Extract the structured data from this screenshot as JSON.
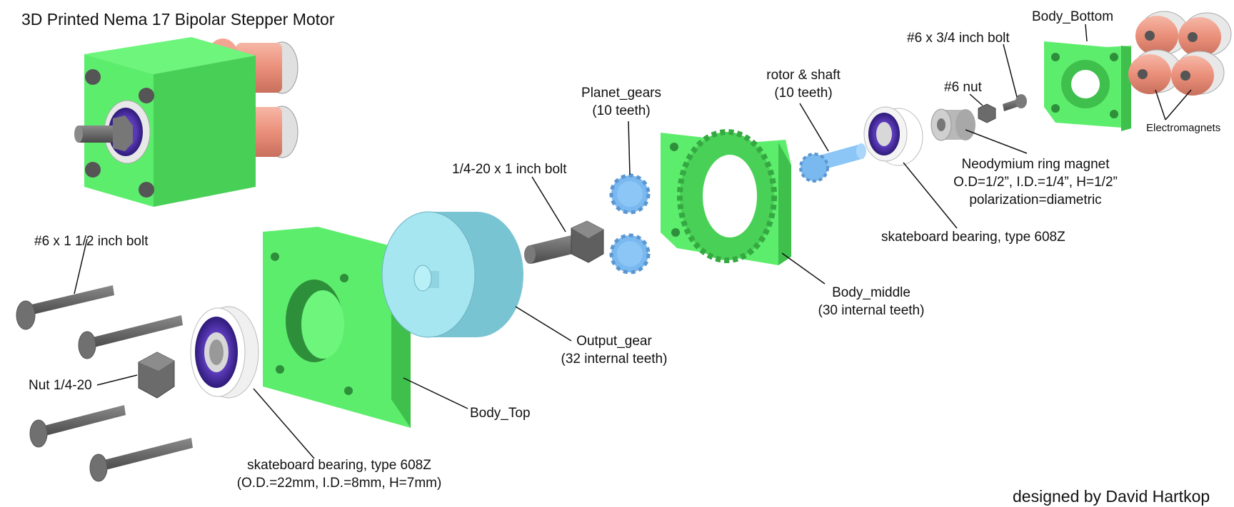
{
  "title": "3D Printed Nema 17 Bipolar Stepper Motor",
  "credit": "designed by David Hartkop",
  "labels": {
    "bolt_6_1_5": "#6 x 1 1/2 inch bolt",
    "nut_quarter": "Nut 1/4-20",
    "bearing_front_l1": "skateboard bearing, type 608Z",
    "bearing_front_l2": "(O.D.=22mm, I.D.=8mm, H=7mm)",
    "body_top": "Body_Top",
    "output_gear_l1": "Output_gear",
    "output_gear_l2": "(32 internal teeth)",
    "bolt_quarter_1": "1/4-20 x 1 inch bolt",
    "planet_gears_l1": "Planet_gears",
    "planet_gears_l2": "(10 teeth)",
    "body_middle_l1": "Body_middle",
    "body_middle_l2": "(30 internal teeth)",
    "rotor_l1": "rotor & shaft",
    "rotor_l2": "(10 teeth)",
    "bearing_rear": "skateboard bearing, type 608Z",
    "magnet_l1": "Neodymium ring magnet",
    "magnet_l2": "O.D=1/2”, I.D.=1/4”, H=1/2”",
    "magnet_l3": "polarization=diametric",
    "nut_6": "#6 nut",
    "bolt_6_075": "#6 x 3/4 inch bolt",
    "body_bottom": "Body_Bottom",
    "electromagnets": "Electromagnets"
  },
  "colors": {
    "body_green": "#5ded6c",
    "body_green_dark": "#3fbf4c",
    "output_gear": "#a5e6f0",
    "gear_blue": "#7ab8f0",
    "bearing_blue": "#4a2aa0",
    "bolt_gray": "#6e6e6e",
    "coil_salmon": "#ef9e8a"
  }
}
